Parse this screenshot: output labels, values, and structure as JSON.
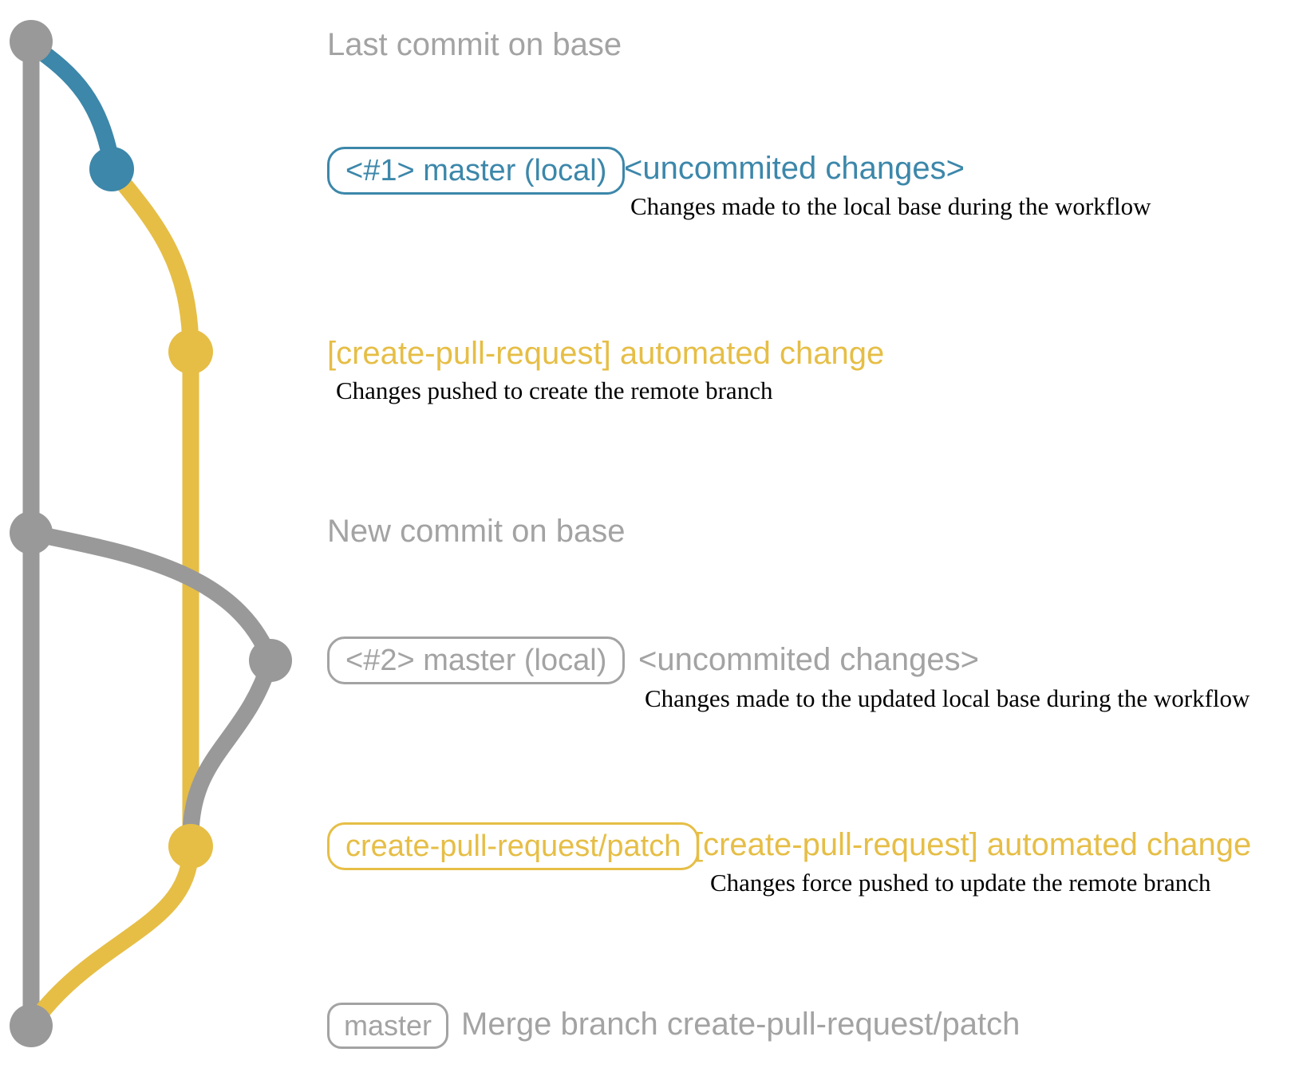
{
  "colors": {
    "blue": "#3c87aa",
    "yellow": "#e6be46",
    "gray": "#999999",
    "label_gray": "#a3a3a3",
    "body_text": "#000000"
  },
  "annotations": {
    "row1_title": "Last commit on base",
    "row2_tag": "<#1> master (local)",
    "row2_note": "<uncommited changes>",
    "row2_desc": "Changes made to the local base during the workflow",
    "row3_label": "[create-pull-request] automated change",
    "row3_desc": "Changes pushed to create the remote branch",
    "row4_title": "New commit on base",
    "row5_tag": "<#2> master (local)",
    "row5_note": "<uncommited changes>",
    "row5_desc": "Changes made to the updated local base during the workflow",
    "row6_tag": "create-pull-request/patch",
    "row6_label": "[create-pull-request] automated change",
    "row6_desc": "Changes force pushed to update the remote branch",
    "row7_tag": "master",
    "row7_desc": "Merge branch create-pull-request/patch"
  },
  "graph": {
    "commit_nodes": [
      {
        "name": "last-commit-on-base",
        "branch_color": "gray"
      },
      {
        "name": "local-master-commit-1",
        "branch_color": "blue"
      },
      {
        "name": "patch-branch-commit-1",
        "branch_color": "yellow"
      },
      {
        "name": "new-commit-on-base",
        "branch_color": "gray"
      },
      {
        "name": "local-master-commit-2",
        "branch_color": "gray"
      },
      {
        "name": "patch-branch-commit-2",
        "branch_color": "yellow"
      },
      {
        "name": "merge-commit-on-base",
        "branch_color": "gray"
      }
    ]
  }
}
